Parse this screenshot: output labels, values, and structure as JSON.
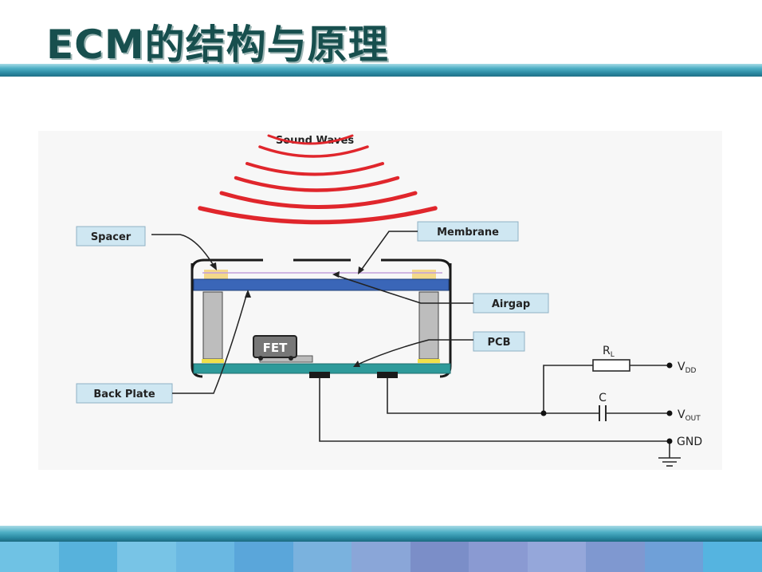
{
  "slide": {
    "title": "ECM的结构与原理"
  },
  "diagram": {
    "sound_waves_label": "Sound Waves",
    "labels": {
      "spacer": "Spacer",
      "membrane": "Membrane",
      "airgap": "Airgap",
      "pcb": "PCB",
      "back_plate": "Back Plate",
      "fet": "FET"
    },
    "circuit": {
      "resistor": "R",
      "resistor_sub": "L",
      "capacitor": "C",
      "vdd": "V",
      "vdd_sub": "DD",
      "vout": "V",
      "vout_sub": "OUT",
      "gnd": "GND"
    }
  },
  "colors": {
    "title": "#174f4e",
    "waves": "#e0262c",
    "backplate": "#3a66b8",
    "pcb": "#2e9a9a",
    "label_box": "#cfe7f2",
    "footer_strip": [
      "#6fc2e4",
      "#57b2dc",
      "#78c4e6",
      "#6ab8e2",
      "#5aa6da",
      "#7ab2de",
      "#8aa6d8",
      "#7b8ec8",
      "#8a9ad2",
      "#95a7da",
      "#7f98d0",
      "#6fa0d8",
      "#55b4e0"
    ]
  }
}
